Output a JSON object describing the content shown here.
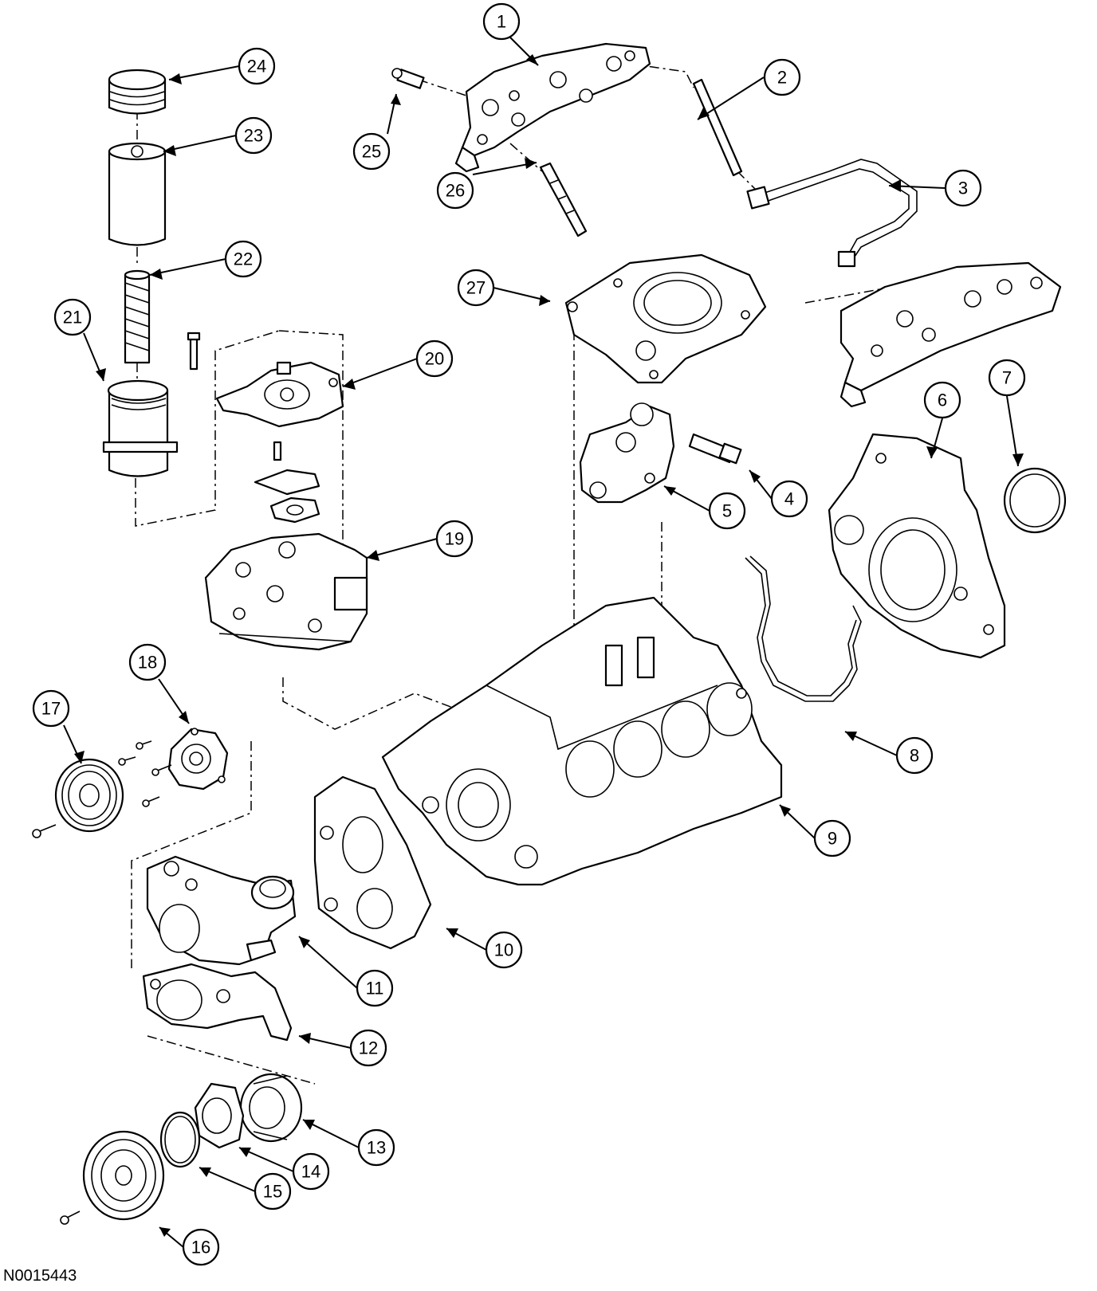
{
  "figure_id": "N0015443",
  "callouts": [
    {
      "id": "callout-1",
      "label": "1"
    },
    {
      "id": "callout-2",
      "label": "2"
    },
    {
      "id": "callout-3",
      "label": "3"
    },
    {
      "id": "callout-4",
      "label": "4"
    },
    {
      "id": "callout-5",
      "label": "5"
    },
    {
      "id": "callout-6",
      "label": "6"
    },
    {
      "id": "callout-7",
      "label": "7"
    },
    {
      "id": "callout-8",
      "label": "8"
    },
    {
      "id": "callout-9",
      "label": "9"
    },
    {
      "id": "callout-10",
      "label": "10"
    },
    {
      "id": "callout-11",
      "label": "11"
    },
    {
      "id": "callout-12",
      "label": "12"
    },
    {
      "id": "callout-13",
      "label": "13"
    },
    {
      "id": "callout-14",
      "label": "14"
    },
    {
      "id": "callout-15",
      "label": "15"
    },
    {
      "id": "callout-16",
      "label": "16"
    },
    {
      "id": "callout-17",
      "label": "17"
    },
    {
      "id": "callout-18",
      "label": "18"
    },
    {
      "id": "callout-19",
      "label": "19"
    },
    {
      "id": "callout-20",
      "label": "20"
    },
    {
      "id": "callout-21",
      "label": "21"
    },
    {
      "id": "callout-22",
      "label": "22"
    },
    {
      "id": "callout-23",
      "label": "23"
    },
    {
      "id": "callout-24",
      "label": "24"
    },
    {
      "id": "callout-25",
      "label": "25"
    },
    {
      "id": "callout-26",
      "label": "26"
    },
    {
      "id": "callout-27",
      "label": "27"
    }
  ]
}
